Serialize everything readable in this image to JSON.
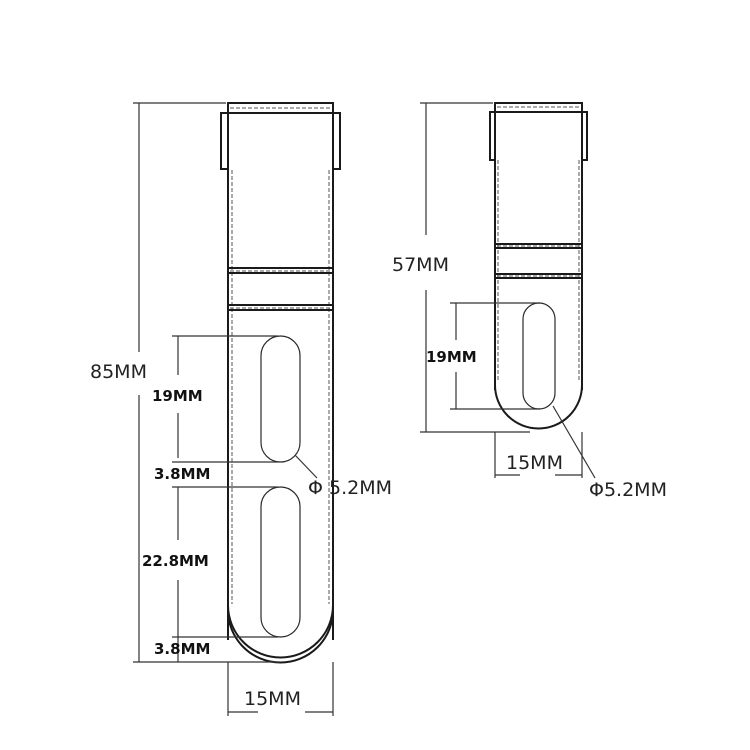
{
  "drawings": {
    "long_bracket": {
      "total_length": "85MM",
      "slot1_length": "19MM",
      "gap1": "3.8MM",
      "slot2_length": "22.8MM",
      "gap2": "3.8MM",
      "width": "15MM",
      "hole_diameter": "Φ 5.2MM"
    },
    "short_bracket": {
      "total_length": "57MM",
      "slot_length": "19MM",
      "width": "15MM",
      "hole_diameter": "Φ5.2MM"
    }
  },
  "colors": {
    "line": "#1a1a1a",
    "background": "#ffffff"
  }
}
